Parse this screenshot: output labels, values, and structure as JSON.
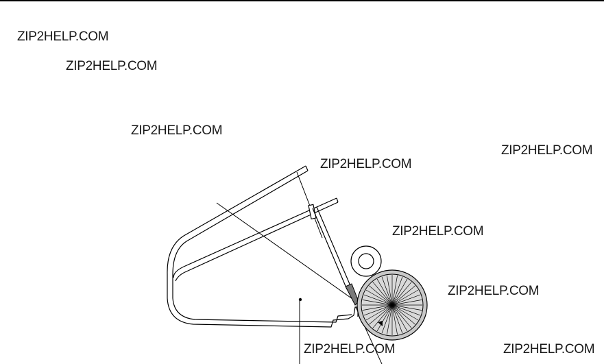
{
  "watermarks": [
    "ZIP2HELP.COM",
    "ZIP2HELP.COM",
    "ZIP2HELP.COM",
    "ZIP2HELP.COM",
    "ZIP2HELP.COM",
    "ZIP2HELP.COM",
    "ZIP2HELP.COM",
    "ZIP2HELP.COM",
    "ZIP2HELP.COM"
  ],
  "colors": {
    "ink": "#000000",
    "roller_fill": "#c8c8c8",
    "roller_inner": "#d9d9d9",
    "blade_fill": "#7a7a7a"
  }
}
